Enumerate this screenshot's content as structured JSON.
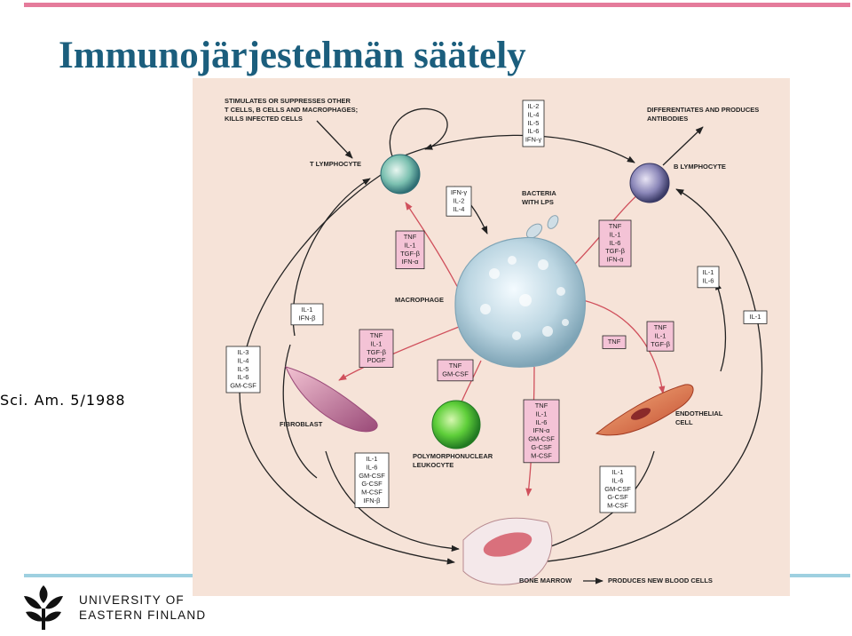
{
  "slide": {
    "title": "Immunojärjestelmän säätely",
    "citation": "Sci. Am. 5/1988",
    "colors": {
      "accent": "#e57b9b",
      "title": "#1b5e7d",
      "bottom_line": "#9ed0e0",
      "figure_bg": "#f6e3d8",
      "box_pink": "#f4c3d6",
      "box_white": "#ffffff",
      "arrow_pink": "#d0505c",
      "line_dark": "#222222"
    }
  },
  "logo": {
    "icon": "uef-leaf-logo-icon",
    "line1": "UNIVERSITY OF",
    "line2": "EASTERN FINLAND"
  },
  "figure": {
    "caption_t": "STIMULATES OR SUPPRESSES OTHER",
    "caption_t2": "T CELLS, B CELLS AND MACROPHAGES;",
    "caption_t3": "KILLS INFECTED CELLS",
    "caption_b": "DIFFERENTIATES AND PRODUCES",
    "caption_b2": "ANTIBODIES",
    "t_lymphocyte": "T LYMPHOCYTE",
    "b_lymphocyte": "B LYMPHOCYTE",
    "bacteria": "BACTERIA",
    "bacteria2": "WITH LPS",
    "macrophage": "MACROPHAGE",
    "fibroblast": "FIBROBLAST",
    "pmn": "POLYMORPHONUCLEAR",
    "pmn2": "LEUKOCYTE",
    "endothelial": "ENDOTHELIAL",
    "endothelial2": "CELL",
    "bone_marrow": "BONE MARROW",
    "blood_cells": "PRODUCES NEW BLOOD CELLS",
    "boxes": {
      "top": [
        "IL-2",
        "IL-4",
        "IL-5",
        "IL-6",
        "IFN-γ"
      ],
      "t_input": [
        "IFN-γ",
        "IL-2",
        "IL-4"
      ],
      "mac_to_t": [
        "TNF",
        "IL-1",
        "TGF-β",
        "IFN-α"
      ],
      "mac_to_b": [
        "TNF",
        "IL-1",
        "IL-6",
        "TGF-β",
        "IFN-α"
      ],
      "b_il": [
        "IL-1",
        "IL-6"
      ],
      "right_il1": [
        "IL-1"
      ],
      "left_il1": [
        "IL-1",
        "IFN-β"
      ],
      "left_col": [
        "IL-3",
        "IL-4",
        "IL-5",
        "IL-6",
        "GM-CSF"
      ],
      "mac_to_fib": [
        "TNF",
        "IL-1",
        "TGF-β",
        "PDGF"
      ],
      "tnf_mid": [
        "TNF"
      ],
      "mac_to_endo": [
        "TNF",
        "IL-1",
        "TGF-β"
      ],
      "tnf_gm": [
        "TNF",
        "GM-CSF"
      ],
      "mac_to_bm": [
        "TNF",
        "IL-1",
        "IL-6",
        "IFN-α",
        "GM-CSF",
        "G-CSF",
        "M-CSF"
      ],
      "fib_to_bm": [
        "IL-1",
        "IL-6",
        "GM-CSF",
        "G-CSF",
        "M-CSF",
        "IFN-β"
      ],
      "endo_to_bm": [
        "IL-1",
        "IL-6",
        "GM-CSF",
        "G-CSF",
        "M-CSF"
      ]
    }
  }
}
